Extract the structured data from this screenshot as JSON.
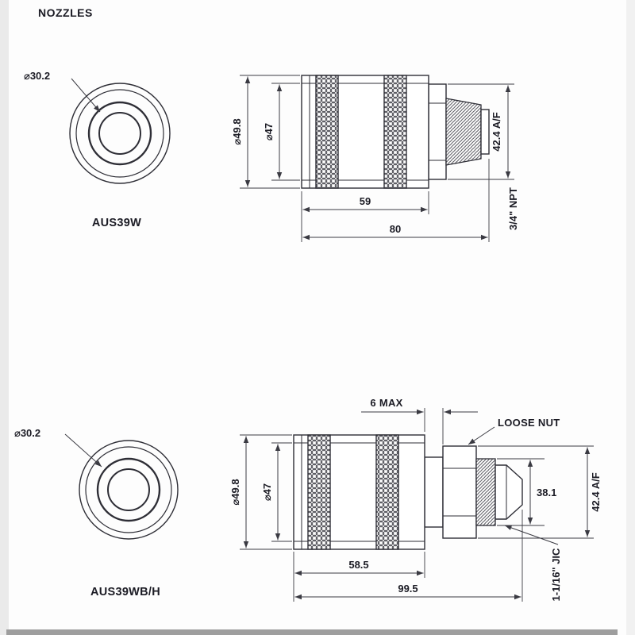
{
  "page": {
    "title": "NOZZLES"
  },
  "colors": {
    "line": "#2e2e36",
    "text": "#1b1b24",
    "background": "#fdfdfd"
  },
  "aus39w": {
    "part_label": "AUS39W",
    "front_bore_dia": "⌀30.2",
    "body_dia": "⌀49.8",
    "sleeve_dia": "⌀47",
    "hex_flats": "42.4 A/F",
    "thread": "3/4\" NPT",
    "body_length": "59",
    "overall_length": "80"
  },
  "aus39wbh": {
    "part_label": "AUS39WB/H",
    "front_bore_dia": "⌀30.2",
    "body_dia": "⌀49.8",
    "sleeve_dia": "⌀47",
    "nut_travel": "6 MAX",
    "nut_callout": "LOOSE NUT",
    "flare_dia": "38.1",
    "hex_flats": "42.4 A/F",
    "thread": "1-1/16\" JIC",
    "body_length": "58.5",
    "overall_length": "99.5"
  }
}
